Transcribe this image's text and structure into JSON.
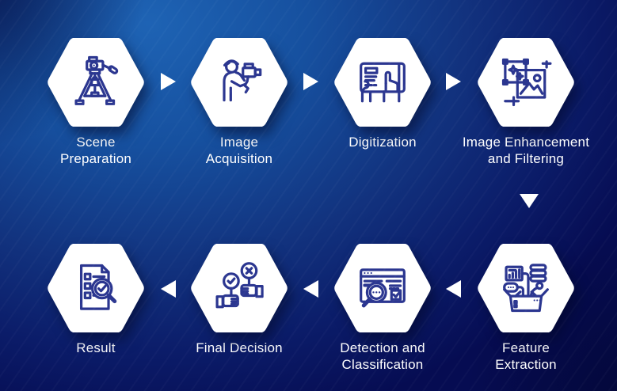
{
  "diagram": {
    "name": "image-processing-pipeline-flowchart",
    "colors": {
      "icon_stroke": "#2b3690",
      "hexagon_fill": "#ffffff",
      "label_text": "#ffffff",
      "arrow_fill": "#ffffff",
      "background_bright": "#1e63b4",
      "background_mid": "#12337f",
      "background_dark": "#060c52"
    },
    "rows": [
      {
        "flow_direction": "right",
        "steps": [
          {
            "label_lines": [
              "Scene",
              "Preparation"
            ],
            "icon": "tripod-camera-icon"
          },
          {
            "label_lines": [
              "Image",
              "Acquisition"
            ],
            "icon": "cameraman-icon"
          },
          {
            "label_lines": [
              "Digitization"
            ],
            "icon": "tablet-touch-icon"
          },
          {
            "label_lines": [
              "Image Enhancement",
              "and Filtering"
            ],
            "icon": "image-crop-enhance-icon"
          }
        ]
      },
      {
        "flow_direction": "left",
        "steps": [
          {
            "label_lines": [
              "Result"
            ],
            "icon": "document-checklist-magnifier-icon"
          },
          {
            "label_lines": [
              "Final Decision"
            ],
            "icon": "approve-reject-hands-icon"
          },
          {
            "label_lines": [
              "Detection and",
              "Classification"
            ],
            "icon": "browser-magnifier-icon"
          },
          {
            "label_lines": [
              "Feature",
              "Extraction"
            ],
            "icon": "box-data-extraction-icon"
          }
        ]
      }
    ]
  }
}
